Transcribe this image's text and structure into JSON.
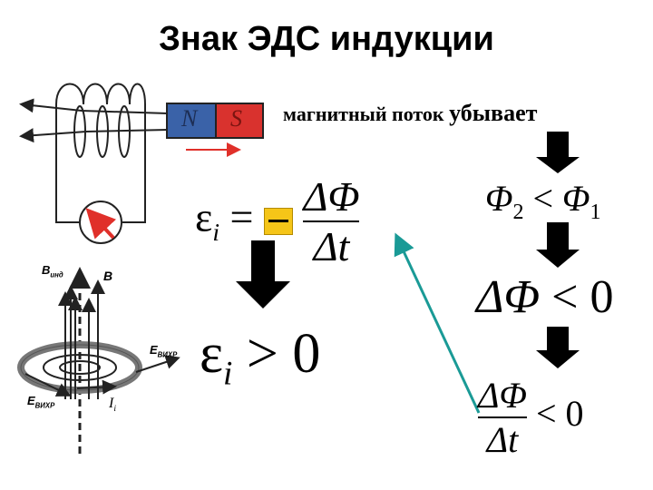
{
  "title": "Знак ЭДС индукции",
  "flux_statement": {
    "part1": "магнитный поток ",
    "part2": "убывает"
  },
  "magnet": {
    "north": "N",
    "south": "S",
    "north_color": "#3a62a8",
    "south_color": "#d9322e"
  },
  "ring_diagram": {
    "b_ind": "B",
    "b_ind_sub": "инд",
    "b": "B",
    "e_vortex": "E",
    "e_vortex_sub": "ВИХР",
    "current": "I",
    "current_sub": "i"
  },
  "formulas": {
    "emf_symbol": "ε",
    "emf_sub": "i",
    "equals": "=",
    "delta_phi": "ΔΦ",
    "delta_t": "Δt",
    "phi": "Φ",
    "phi2_sub": "2",
    "phi1_sub": "1",
    "less": "<",
    "greater": ">",
    "zero": "0"
  },
  "colors": {
    "arrow_teal": "#1a9a96",
    "highlight": "#f5c518",
    "red": "#e0302a"
  }
}
